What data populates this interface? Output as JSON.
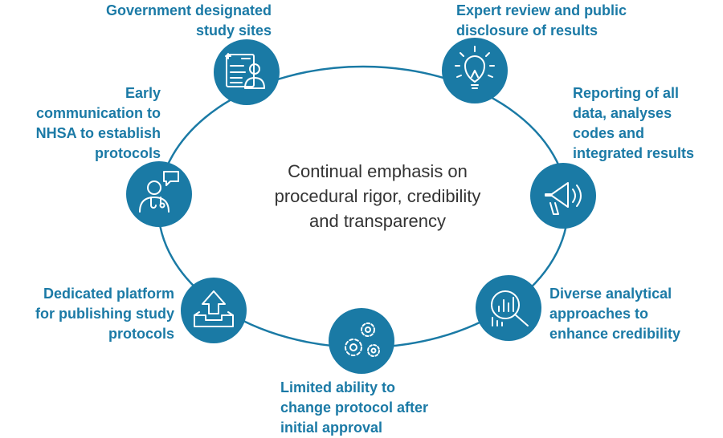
{
  "colors": {
    "accent": "#1b7aa6",
    "node_fill": "#1a7aa5",
    "icon_stroke": "#ffffff",
    "center_text": "#333333"
  },
  "center": {
    "text": "Continual emphasis on\nprocedural rigor, credibility\nand transparency"
  },
  "nodes": [
    {
      "icon": "document-person-icon",
      "label": "Government designated\nstudy sites"
    },
    {
      "icon": "lightbulb-icon",
      "label": "Expert review and public\ndisclosure of results"
    },
    {
      "icon": "megaphone-icon",
      "label": "Reporting of all\ndata, analyses\ncodes and\nintegrated results"
    },
    {
      "icon": "magnifier-chart-icon",
      "label": "Diverse analytical\napproaches to\nenhance credibility"
    },
    {
      "icon": "gears-icon",
      "label": "Limited ability to\nchange protocol after\ninitial approval"
    },
    {
      "icon": "upload-tray-icon",
      "label": "Dedicated platform\nfor publishing study\nprotocols"
    },
    {
      "icon": "doctor-chat-icon",
      "label": "Early\ncommunication to\nNHSA to establish\nprotocols"
    }
  ]
}
